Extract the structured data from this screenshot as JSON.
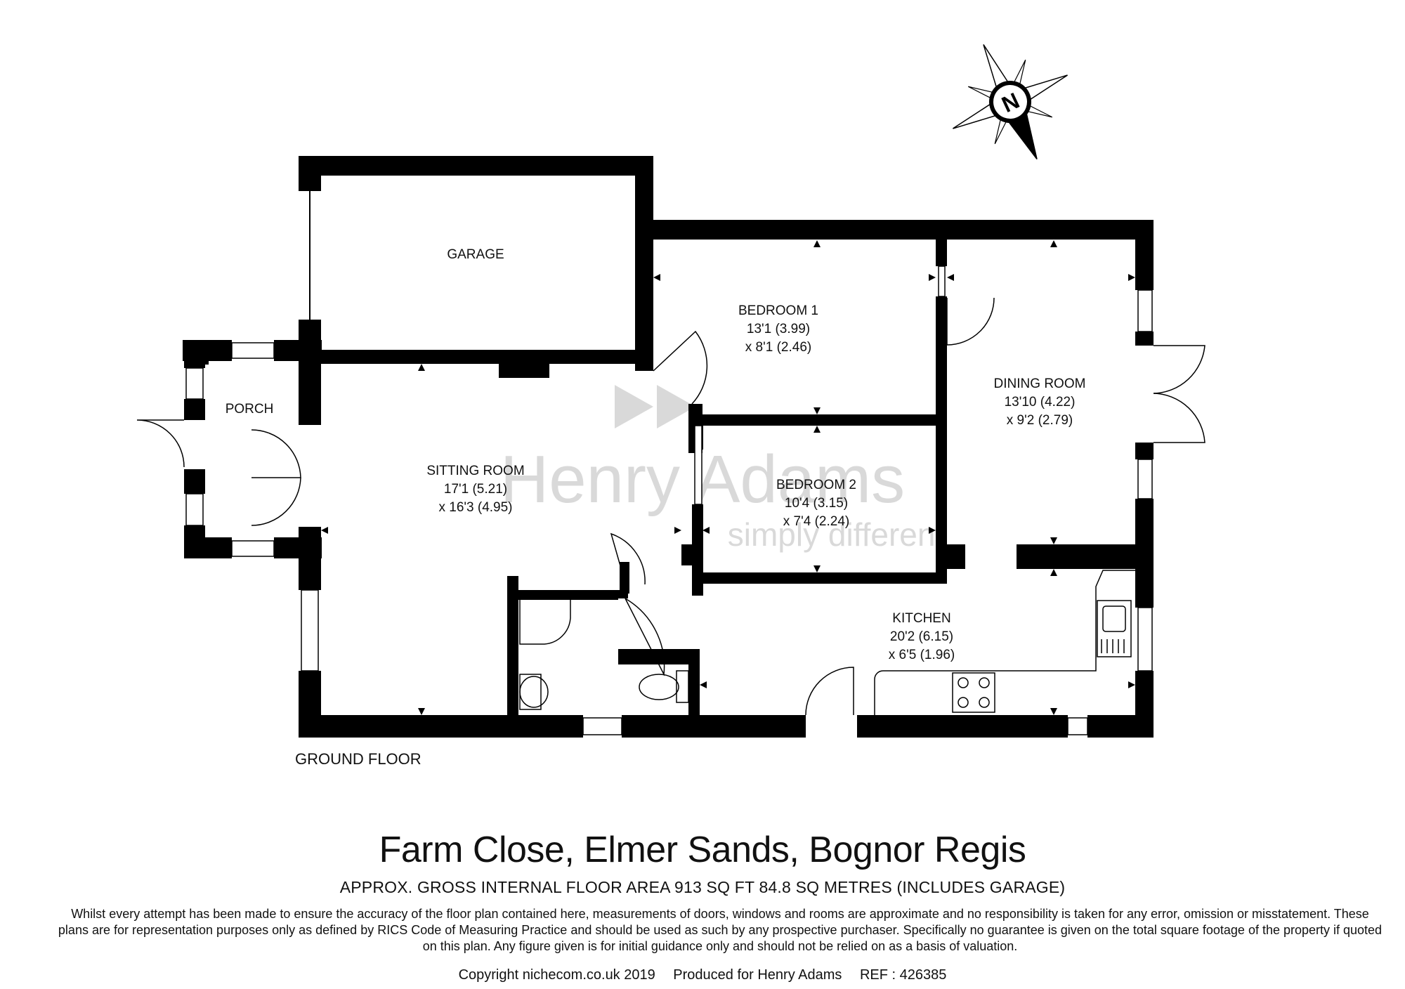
{
  "rooms": [
    {
      "id": "garage",
      "name": "GARAGE",
      "dim1": "",
      "dim2": ""
    },
    {
      "id": "bedroom1",
      "name": "BEDROOM 1",
      "dim1": "13'1 (3.99)",
      "dim2": "x 8'1 (2.46)"
    },
    {
      "id": "dining",
      "name": "DINING ROOM",
      "dim1": "13'10 (4.22)",
      "dim2": "x 9'2 (2.79)"
    },
    {
      "id": "porch",
      "name": "PORCH",
      "dim1": "",
      "dim2": ""
    },
    {
      "id": "sitting",
      "name": "SITTING ROOM",
      "dim1": "17'1 (5.21)",
      "dim2": "x 16'3 (4.95)"
    },
    {
      "id": "bedroom2",
      "name": "BEDROOM 2",
      "dim1": "10'4 (3.15)",
      "dim2": "x 7'4 (2.24)"
    },
    {
      "id": "kitchen",
      "name": "KITCHEN",
      "dim1": "20'2 (6.15)",
      "dim2": "x 6'5 (1.96)"
    }
  ],
  "floor_label": "GROUND FLOOR",
  "compass": {
    "letter": "N",
    "icon": "north-compass-icon"
  },
  "watermark": {
    "brand": "Henry Adams",
    "tagline": "simply different",
    "icon": "henry-adams-logo-icon"
  },
  "title": "Farm Close, Elmer Sands, Bognor Regis",
  "subtitle": "APPROX. GROSS INTERNAL FLOOR AREA 913 SQ FT 84.8 SQ METRES (INCLUDES GARAGE)",
  "disclaimer": "Whilst every attempt has been made to ensure the accuracy of the floor plan contained here, measurements of doors, windows and rooms are approximate and no responsibility is taken for any error, omission or misstatement. These plans are for representation purposes only as defined by RICS Code of Measuring Practice and should be used as such by any prospective purchaser.  Specifically no guarantee is given on the total square footage of the property if quoted on this plan. Any figure given is for initial guidance only and should not be relied on as a basis of valuation.",
  "footer": {
    "copyright": "Copyright nichecom.co.uk 2019",
    "produced": "Produced for Henry Adams",
    "ref": "REF : 426385"
  },
  "colors": {
    "wall": "#000000",
    "watermark": "#d9d9d9",
    "background": "#ffffff"
  }
}
